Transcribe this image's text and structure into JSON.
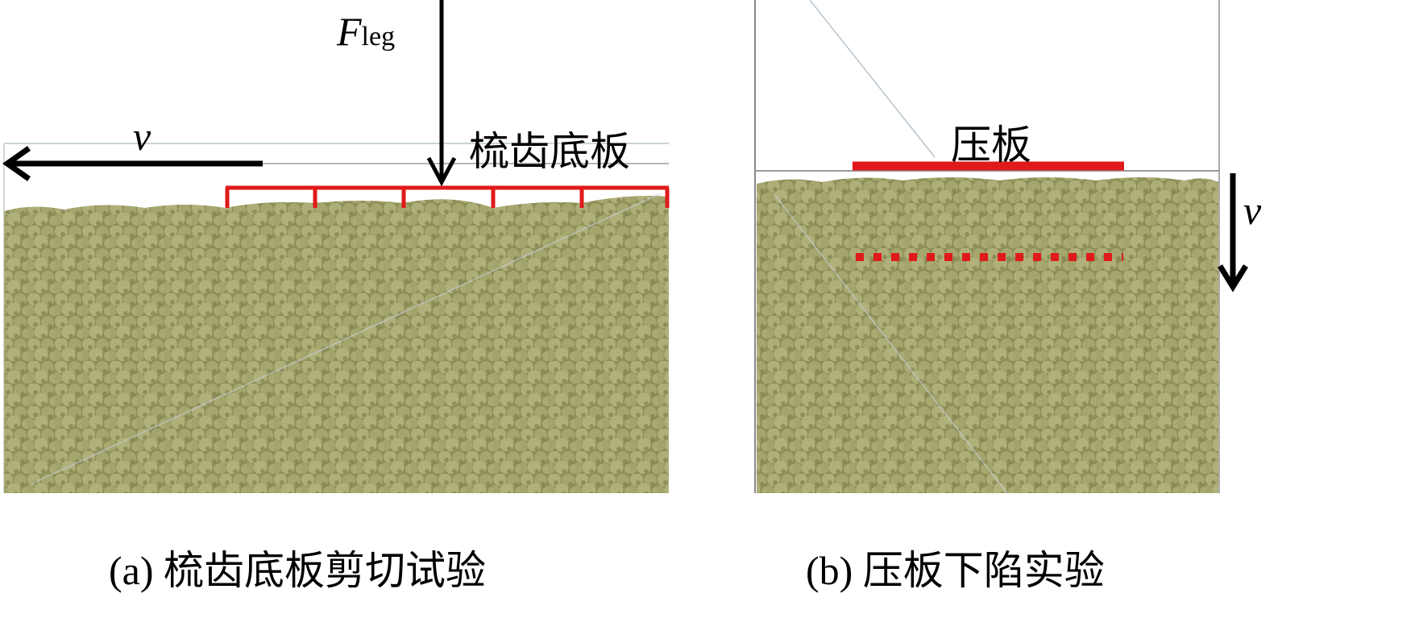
{
  "panel_a": {
    "force_label": "F",
    "force_subscript": "leg",
    "velocity_label": "v",
    "plate_label": "梳齿底板",
    "caption": "(a)  梳齿底板剪切试验"
  },
  "panel_b": {
    "plate_label": "压板",
    "velocity_label": "v",
    "caption": "(b)  压板下陷实验"
  },
  "colors": {
    "particle": "#a9aa72",
    "particle_shadow": "#6f7040",
    "plate_red": "#e01a1a",
    "guide_line": "#b8c4cc"
  }
}
